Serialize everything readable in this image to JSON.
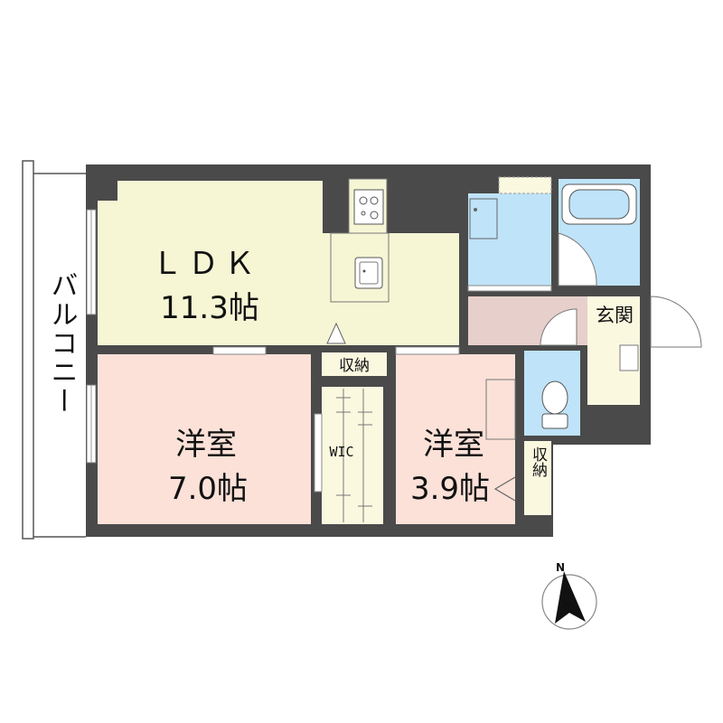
{
  "rooms": {
    "ldk": {
      "name": "ＬＤＫ",
      "size": "11.3帖"
    },
    "western1": {
      "name": "洋室",
      "size": "7.0帖"
    },
    "western2": {
      "name": "洋室",
      "size": "3.9帖"
    },
    "storage1": {
      "name": "収納"
    },
    "storage2": {
      "name": "収納"
    },
    "wic": {
      "name": "WIC"
    },
    "entrance": {
      "name": "玄関"
    }
  },
  "balcony": {
    "label": "バルコニー"
  },
  "compass": {
    "label": "N",
    "icon": "north-arrow-icon"
  },
  "colors": {
    "wall": "#4a4a4a",
    "ldk": "#f6f6d5",
    "western": "#fbe1d8",
    "wet": "#bfe3f8",
    "hall": "#e7cfcb",
    "storage": "#fbf8e0",
    "entrance": "#fbf8e0"
  }
}
